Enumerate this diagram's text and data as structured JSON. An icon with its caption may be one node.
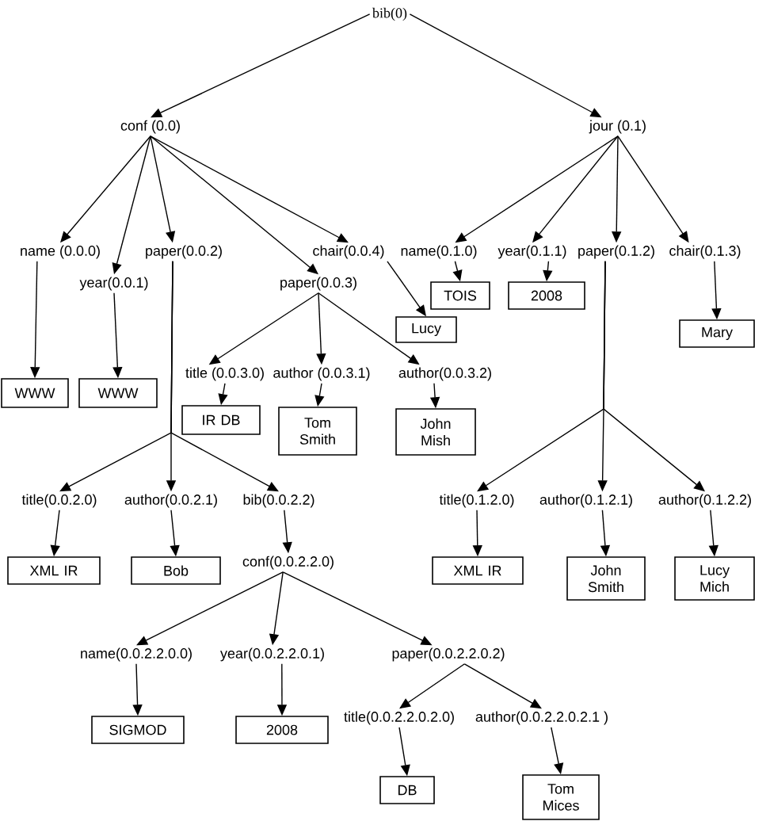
{
  "diagram": {
    "nodes": [
      {
        "text": [
          "bib(0)"
        ]
      },
      {
        "text": [
          "conf (0.0)"
        ]
      },
      {
        "text": [
          "jour (0.1)"
        ]
      },
      {
        "text": [
          "name (0.0.0)"
        ]
      },
      {
        "text": [
          "paper(0.0.2)"
        ]
      },
      {
        "text": [
          "chair(0.0.4)"
        ]
      },
      {
        "text": [
          "name(0.1.0)"
        ]
      },
      {
        "text": [
          "year(0.1.1)"
        ]
      },
      {
        "text": [
          "paper(0.1.2)"
        ]
      },
      {
        "text": [
          "chair(0.1.3)"
        ]
      },
      {
        "text": [
          "year(0.0.1)"
        ]
      },
      {
        "text": [
          "paper(0.0.3)"
        ]
      },
      {
        "text": [
          "TOIS"
        ]
      },
      {
        "text": [
          "2008"
        ]
      },
      {
        "text": [
          "Lucy"
        ]
      },
      {
        "text": [
          "Mary"
        ]
      },
      {
        "text": [
          "title (0.0.3.0)"
        ]
      },
      {
        "text": [
          "author (0.0.3.1)"
        ]
      },
      {
        "text": [
          "author(0.0.3.2)"
        ]
      },
      {
        "text": [
          "WWW"
        ]
      },
      {
        "text": [
          "WWW"
        ]
      },
      {
        "text": [
          "IR DB"
        ]
      },
      {
        "text": [
          "Tom Smith"
        ]
      },
      {
        "text": [
          "John Mish"
        ]
      },
      {
        "text": [
          "title(0.0.2.0)"
        ]
      },
      {
        "text": [
          "author(0.0.2.1)"
        ]
      },
      {
        "text": [
          "bib(0.0.2.2)"
        ]
      },
      {
        "text": [
          "title(0.1.2.0)"
        ]
      },
      {
        "text": [
          "author(0.1.2.1)"
        ]
      },
      {
        "text": [
          "author(0.1.2.2)"
        ]
      },
      {
        "text": [
          "conf(0.0.2.2.0)"
        ]
      },
      {
        "text": [
          "XML IR"
        ]
      },
      {
        "text": [
          "Bob"
        ]
      },
      {
        "text": [
          "XML IR"
        ]
      },
      {
        "text": [
          "John Smith"
        ]
      },
      {
        "text": [
          "Lucy Mich"
        ]
      },
      {
        "text": [
          "name(0.0.2.2.0.0)"
        ]
      },
      {
        "text": [
          "year(0.0.2.2.0.1)"
        ]
      },
      {
        "text": [
          "paper(0.0.2.2.0.2)"
        ]
      },
      {
        "text": [
          "title(0.0.2.2.0.2.0)"
        ]
      },
      {
        "text": [
          "author(0.0.2.2.0.2.1 )"
        ]
      },
      {
        "text": [
          "SIGMOD"
        ]
      },
      {
        "text": [
          "2008"
        ]
      },
      {
        "text": [
          "DB"
        ]
      },
      {
        "text": [
          "Tom Mices"
        ]
      }
    ],
    "edges": [
      {
        "from": 0,
        "to": 1,
        "arrow": "to"
      },
      {
        "from": 0,
        "to": 2,
        "arrow": "to"
      },
      {
        "from": 1,
        "to": 3,
        "arrow": "to"
      },
      {
        "from": 1,
        "to": 10,
        "arrow": "to"
      },
      {
        "from": 1,
        "to": 4,
        "arrow": "to"
      },
      {
        "from": 1,
        "to": 11,
        "arrow": "to"
      },
      {
        "from": 1,
        "to": 5,
        "arrow": "to"
      },
      {
        "from": 2,
        "to": 6,
        "arrow": "to"
      },
      {
        "from": 2,
        "to": 7,
        "arrow": "to"
      },
      {
        "from": 2,
        "to": 8,
        "arrow": "to"
      },
      {
        "from": 2,
        "to": 9,
        "arrow": "to"
      },
      {
        "from": 3,
        "to": 19,
        "arrow": "to"
      },
      {
        "from": 10,
        "to": 20,
        "arrow": "to"
      },
      {
        "from": 5,
        "to": 14,
        "arrow": "to"
      },
      {
        "from": 6,
        "to": 12,
        "arrow": "to"
      },
      {
        "from": 7,
        "to": 13,
        "arrow": "to"
      },
      {
        "from": 9,
        "to": 15,
        "arrow": "to"
      },
      {
        "from": 11,
        "to": 16,
        "arrow": "to"
      },
      {
        "from": 11,
        "to": 17,
        "arrow": "to"
      },
      {
        "from": 11,
        "to": 18,
        "arrow": "to"
      },
      {
        "from": 16,
        "to": 21,
        "arrow": "to"
      },
      {
        "from": 17,
        "to": 22,
        "arrow": "to"
      },
      {
        "from": 18,
        "to": 23,
        "arrow": "to"
      },
      {
        "from": 4,
        "to": 24,
        "arrow": "to"
      },
      {
        "from": 4,
        "to": 25,
        "arrow": "to"
      },
      {
        "from": 4,
        "to": 26,
        "arrow": "to"
      },
      {
        "from": 8,
        "to": 27,
        "arrow": "to"
      },
      {
        "from": 8,
        "to": 28,
        "arrow": "to"
      },
      {
        "from": 8,
        "to": 29,
        "arrow": "to"
      },
      {
        "from": 24,
        "to": 31,
        "arrow": "to"
      },
      {
        "from": 25,
        "to": 32,
        "arrow": "to"
      },
      {
        "from": 26,
        "to": 30,
        "arrow": "to"
      },
      {
        "from": 27,
        "to": 33,
        "arrow": "to"
      },
      {
        "from": 28,
        "to": 34,
        "arrow": "to"
      },
      {
        "from": 29,
        "to": 35,
        "arrow": "to"
      },
      {
        "from": 30,
        "to": 36,
        "arrow": "to"
      },
      {
        "from": 30,
        "to": 37,
        "arrow": "to"
      },
      {
        "from": 30,
        "to": 38,
        "arrow": "to"
      },
      {
        "from": 36,
        "to": 41,
        "arrow": "to"
      },
      {
        "from": 37,
        "to": 42,
        "arrow": "to"
      },
      {
        "from": 38,
        "to": 39,
        "arrow": "to"
      },
      {
        "from": 38,
        "to": 40,
        "arrow": "to"
      },
      {
        "from": 39,
        "to": 43,
        "arrow": "to"
      },
      {
        "from": 40,
        "to": 44,
        "arrow": "to"
      }
    ]
  }
}
